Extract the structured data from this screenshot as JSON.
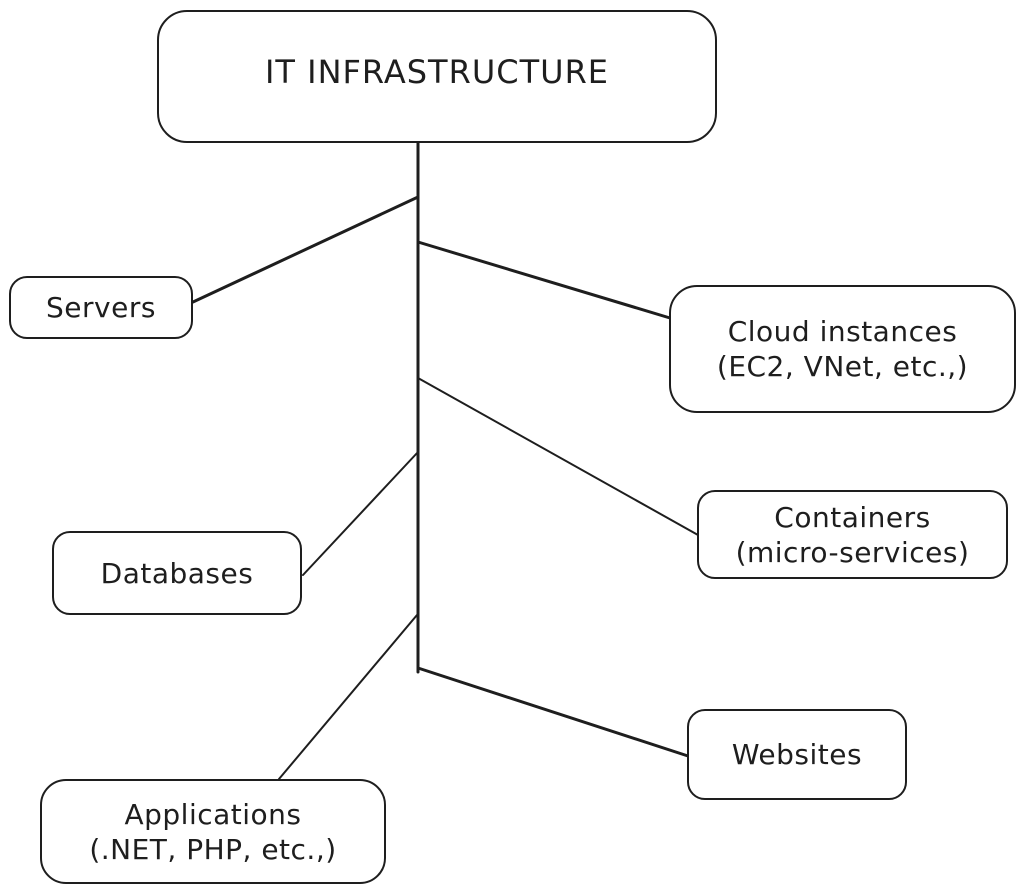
{
  "diagram": {
    "root": {
      "label": "IT INFRASTRUCTURE"
    },
    "nodes": [
      {
        "id": "servers",
        "lines": [
          "Servers"
        ],
        "side": "left"
      },
      {
        "id": "cloud-instances",
        "lines": [
          "Cloud instances",
          "(EC2, VNet, etc.,)"
        ],
        "side": "right"
      },
      {
        "id": "containers",
        "lines": [
          "Containers",
          "(micro-services)"
        ],
        "side": "right"
      },
      {
        "id": "databases",
        "lines": [
          "Databases"
        ],
        "side": "left"
      },
      {
        "id": "applications",
        "lines": [
          "Applications",
          "(.NET, PHP, etc.,)"
        ],
        "side": "left"
      },
      {
        "id": "websites",
        "lines": [
          "Websites"
        ],
        "side": "right"
      }
    ],
    "edges": [
      {
        "from": "root",
        "to": "servers"
      },
      {
        "from": "root",
        "to": "cloud-instances"
      },
      {
        "from": "root",
        "to": "containers"
      },
      {
        "from": "root",
        "to": "databases"
      },
      {
        "from": "root",
        "to": "applications"
      },
      {
        "from": "root",
        "to": "websites"
      }
    ],
    "colors": {
      "stroke": "#1e1e1e",
      "background": "#ffffff"
    }
  }
}
